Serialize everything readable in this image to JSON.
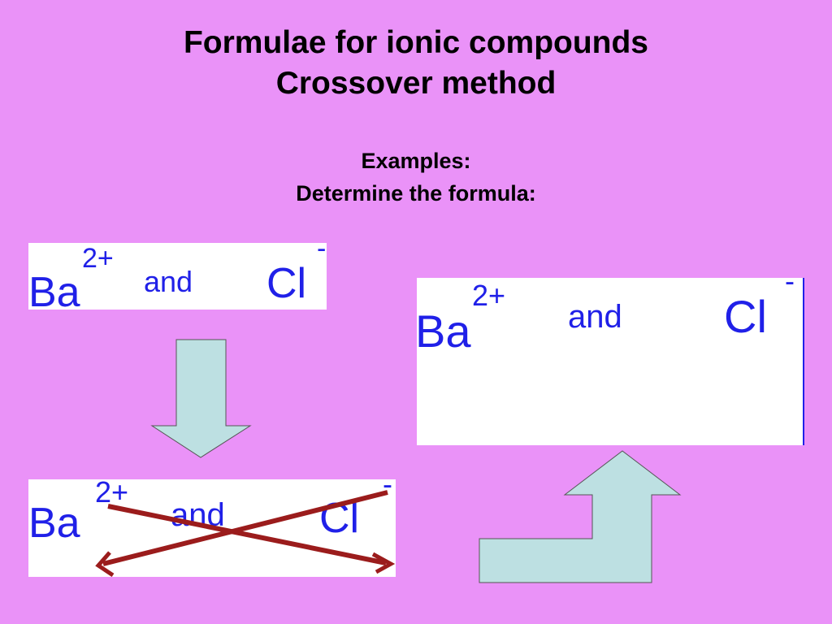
{
  "slide": {
    "title_line1": "Formulae for ionic compounds",
    "title_line2": "Crossover method",
    "examples_label": "Examples:",
    "instruction": "Determine the formula:"
  },
  "ions": {
    "cation_symbol": "Ba",
    "cation_charge": "2+",
    "connector": "and",
    "anion_symbol": "Cl",
    "anion_charge": "-"
  },
  "colors": {
    "background": "#ea92f8",
    "ion_text": "#2020e8",
    "arrow_fill": "#bde0e2",
    "cross_lines": "#9b1c1c"
  },
  "icons": {
    "down_arrow": "down-arrow-icon",
    "bent_up_arrow": "bent-up-arrow-icon",
    "crossover_arrows": "crossover-arrows-icon"
  }
}
